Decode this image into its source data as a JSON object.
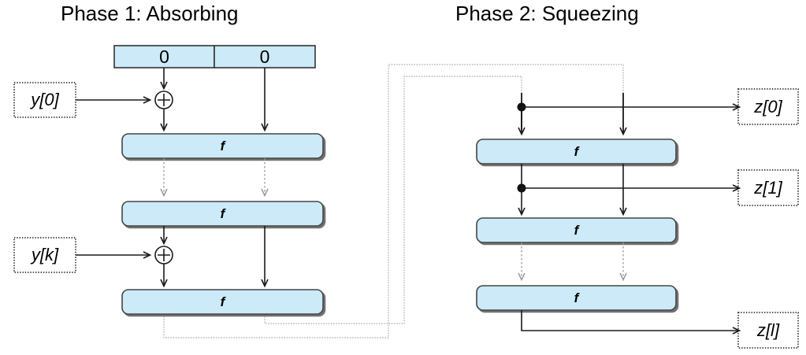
{
  "titles": {
    "phase1": "Phase 1: Absorbing",
    "phase2": "Phase 2: Squeezing"
  },
  "colors": {
    "box_fill": "#cceaf7",
    "box_stroke": "#444444",
    "box_shadow": "#6a6a6a",
    "register_fill": "#cceaf7",
    "register_stroke": "#333333",
    "wire_solid": "#1a1a1a",
    "wire_feedback": "#b3b3b3",
    "wire_dotted": "#9a9a9a",
    "label_border": "#000000",
    "background": "#ffffff"
  },
  "register": {
    "cells": [
      {
        "value": "0"
      },
      {
        "value": "0"
      }
    ]
  },
  "phase1": {
    "rounds": [
      {
        "label": "f"
      },
      {
        "label": "f"
      },
      {
        "label": "f"
      }
    ],
    "inputs": [
      {
        "label": "y[0]"
      },
      {
        "label": "y[k]"
      }
    ],
    "xor_symbol": "+"
  },
  "phase2": {
    "rounds": [
      {
        "label": "f"
      },
      {
        "label": "f"
      },
      {
        "label": "f"
      }
    ],
    "outputs": [
      {
        "label": "z[0]"
      },
      {
        "label": "z[1]"
      },
      {
        "label": "z[l]"
      }
    ]
  }
}
